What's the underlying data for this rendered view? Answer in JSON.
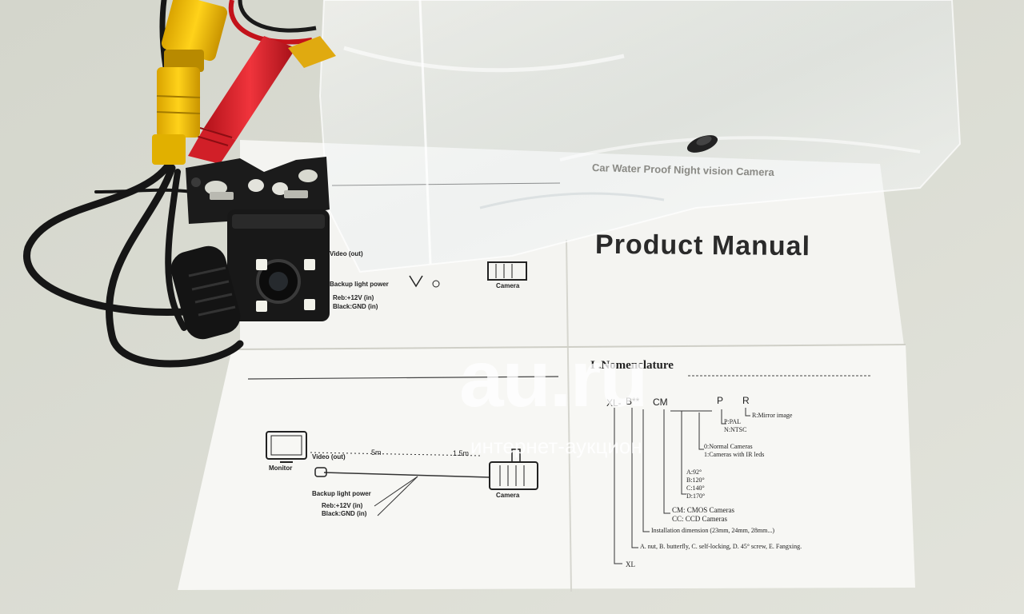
{
  "watermark": {
    "brand": "au.ru",
    "tagline": "интернет-аукцион"
  },
  "manual": {
    "title": "Product Manual",
    "subtitle_fragment": "Car Water Proof Night vision Camera",
    "top_diagram": {
      "video_out": "Video (out)",
      "backup_light_power": "Backup light power",
      "red_wire": "Reb:+12V (in)",
      "black_wire": "Black:GND (in)",
      "camera": "Camera"
    },
    "bottom_diagram": {
      "monitor": "Monitor",
      "video_out": "Video (out)",
      "cable_5m": "5m",
      "cable_1_5m": "1.5m",
      "backup_light_power": "Backup light power",
      "red_wire": "Reb:+12V (in)",
      "black_wire": "Black:GND (in)",
      "camera": "Camera"
    },
    "nomenclature": {
      "heading": "I .Nomenclature",
      "code_parts": [
        "XL-",
        "B**",
        "CM",
        "P",
        "R"
      ],
      "items": [
        "R:Mirror image",
        "P:PAL",
        "N:NTSC",
        "0:Normal Cameras",
        "1:Cameras with IR leds",
        "A:92°",
        "B:120°",
        "C:140°",
        "D:170°",
        "CM: CMOS Cameras",
        "CC: CCD Cameras",
        "Installation dimension (23mm, 24mm, 28mm...)",
        "A. nut, B. butterfly, C. self-locking, D. 45° screw, E. Fangxing.",
        "XL"
      ]
    }
  }
}
